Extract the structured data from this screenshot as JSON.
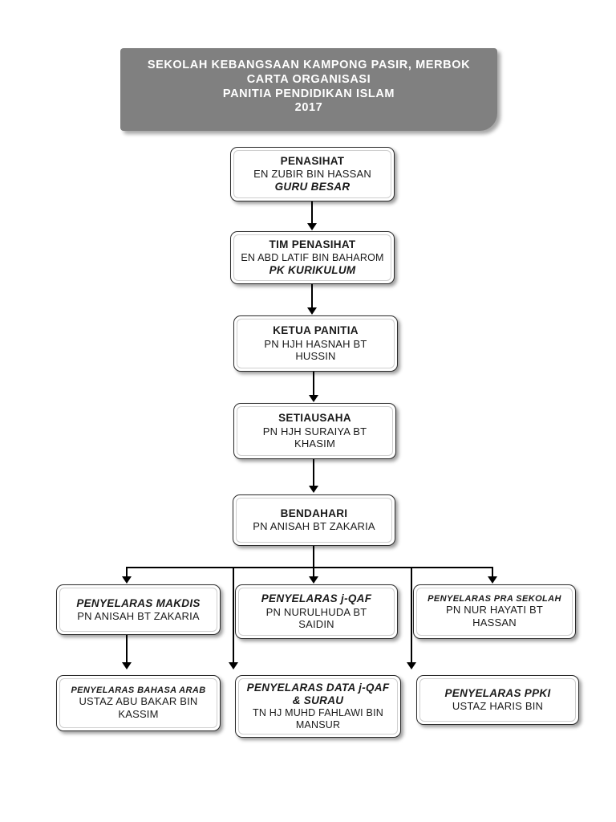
{
  "header": {
    "line1": "SEKOLAH KEBANGSAAN KAMPONG PASIR, MERBOK",
    "line2": "CARTA ORGANISASI",
    "line3": "PANITIA PENDIDIKAN ISLAM",
    "line4": "2017"
  },
  "nodes": {
    "penasihat": {
      "title": "PENASIHAT",
      "name": "EN ZUBIR BIN HASSAN",
      "role": "GURU BESAR"
    },
    "tim_penasihat": {
      "title": "TIM PENASIHAT",
      "name": "EN ABD LATIF BIN BAHAROM",
      "role": "PK KURIKULUM"
    },
    "ketua_panitia": {
      "title": "KETUA PANITIA",
      "name": "PN HJH HASNAH BT",
      "name2": "HUSSIN"
    },
    "setiausaha": {
      "title": "SETIAUSAHA",
      "name": "PN HJH SURAIYA BT",
      "name2": "KHASIM"
    },
    "bendahari": {
      "title": "BENDAHARI",
      "name": "PN ANISAH BT ZAKARIA"
    },
    "makdis": {
      "title": "PENYELARAS MAKDIS",
      "name": "PN ANISAH BT ZAKARIA"
    },
    "jqaf": {
      "title": "PENYELARAS j-QAF",
      "name": "PN NURULHUDA BT",
      "name2": "SAIDIN"
    },
    "pra_sekolah": {
      "title": "PENYELARAS PRA SEKOLAH",
      "name": "PN NUR HAYATI BT",
      "name2": "HASSAN"
    },
    "bahasa_arab": {
      "title": "PENYELARAS BAHASA ARAB",
      "name": "USTAZ ABU BAKAR BIN",
      "name2": "KASSIM"
    },
    "data_jqaf": {
      "title": "PENYELARAS DATA j-QAF",
      "title2": "& SURAU",
      "name": "TN HJ MUHD FAHLAWI BIN",
      "name2": "MANSUR"
    },
    "ppki": {
      "title": "PENYELARAS PPKI",
      "name": "USTAZ HARIS BIN"
    }
  },
  "colors": {
    "banner_bg": "#808080",
    "banner_text": "#ffffff",
    "node_border": "#2b2b2b",
    "connector": "#000000"
  }
}
